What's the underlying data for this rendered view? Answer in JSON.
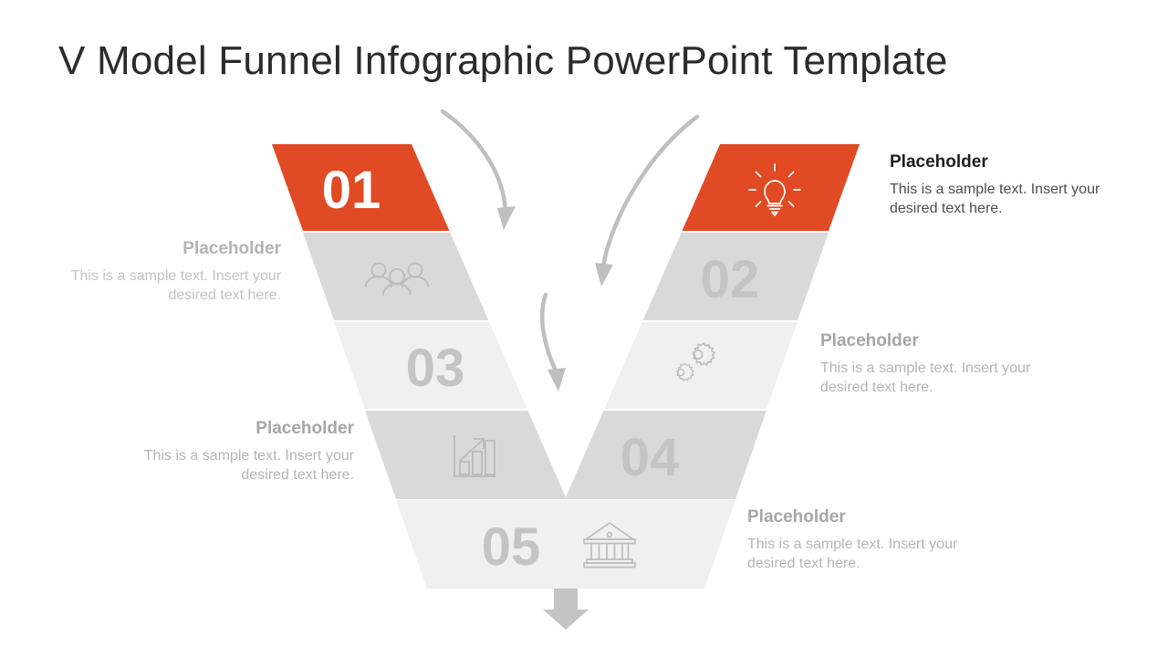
{
  "page": {
    "title": "V Model Funnel Infographic PowerPoint Template",
    "background": "#ffffff"
  },
  "colors": {
    "accent": "#E04A24",
    "band_dark_gray": "#D9D9D9",
    "band_light_gray": "#F0F0F0",
    "number_gray": "#C4C4C4",
    "number_white": "#FFFFFF",
    "icon_gray": "#BDBDBD",
    "arrow_gray": "#BFBFBF",
    "heading_dark": "#1F1F1F",
    "body_dark": "#4D4D4D",
    "heading_gray": "#A6A6A6",
    "body_gray": "#B5B5B5"
  },
  "funnel": {
    "shape": "v-model-funnel",
    "steps": [
      {
        "number": "01",
        "icon": "lightbulb-icon",
        "band_color": "#E04A24",
        "number_color": "#FFFFFF",
        "side": "right"
      },
      {
        "number": "02",
        "icon": "people-group-icon",
        "band_color": "#D9D9D9",
        "number_color": "#C4C4C4",
        "side": "left"
      },
      {
        "number": "03",
        "icon": "gears-icon",
        "band_color": "#F0F0F0",
        "number_color": "#C4C4C4",
        "side": "right"
      },
      {
        "number": "04",
        "icon": "bar-chart-growth-icon",
        "band_color": "#D9D9D9",
        "number_color": "#C4C4C4",
        "side": "left"
      },
      {
        "number": "05",
        "icon": "bank-building-icon",
        "band_color": "#F0F0F0",
        "number_color": "#C4C4C4",
        "side": "right"
      }
    ],
    "flow_arrows": [
      {
        "name": "curved-arrow-1",
        "direction": "down"
      },
      {
        "name": "curved-arrow-2",
        "direction": "down"
      },
      {
        "name": "curved-arrow-3",
        "direction": "down"
      },
      {
        "name": "output-arrow",
        "direction": "down"
      }
    ]
  },
  "blocks": [
    {
      "id": "1",
      "heading": "Placeholder",
      "body": "This is a sample text. Insert your desired text here.",
      "align": "left",
      "emphasis": "active"
    },
    {
      "id": "2",
      "heading": "Placeholder",
      "body": "This is a sample text. Insert your desired text here.",
      "align": "right",
      "emphasis": "muted"
    },
    {
      "id": "3",
      "heading": "Placeholder",
      "body": "This is a sample text. Insert your desired text here.",
      "align": "left",
      "emphasis": "muted"
    },
    {
      "id": "4",
      "heading": "Placeholder",
      "body": "This is a sample text. Insert your desired text here.",
      "align": "right",
      "emphasis": "muted"
    },
    {
      "id": "5",
      "heading": "Placeholder",
      "body": "This is a sample text. Insert your desired text here.",
      "align": "left",
      "emphasis": "muted"
    }
  ]
}
